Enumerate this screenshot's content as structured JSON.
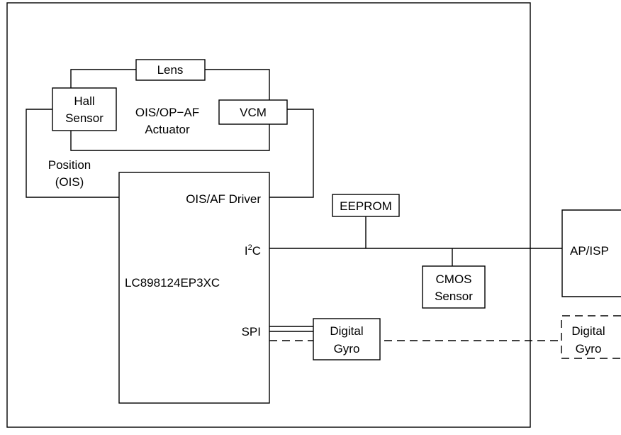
{
  "blocks": {
    "lens": "Lens",
    "hall_sensor": [
      "Hall",
      "Sensor"
    ],
    "vcm": "VCM",
    "actuator": [
      "OIS/OP−AF",
      "Actuator"
    ],
    "position_label": [
      "Position",
      "(OIS)"
    ],
    "ois_af_driver": "OIS/AF Driver",
    "i2c": {
      "base": "I",
      "sup": "2",
      "suffix": "C"
    },
    "chip_name": "LC898124EP3XC",
    "spi": "SPI",
    "eeprom": "EEPROM",
    "cmos_sensor": [
      "CMOS",
      "Sensor"
    ],
    "ap_isp": "AP/ISP",
    "digital_gyro": [
      "Digital",
      "Gyro"
    ],
    "digital_gyro_external": [
      "Digital",
      "Gyro"
    ]
  }
}
